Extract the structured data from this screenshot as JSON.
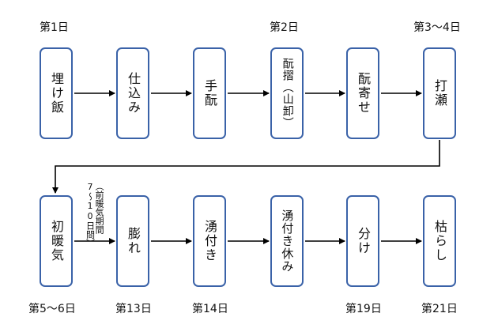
{
  "row1": {
    "steps": [
      "埋け飯",
      "仕込み",
      "手酛",
      "酛摺（山卸）",
      "酛寄せ",
      "打瀬"
    ],
    "day_labels": [
      "第1日",
      "第2日",
      "第3～4日"
    ]
  },
  "row2": {
    "steps": [
      "初暖気",
      "膨れ",
      "湧付き",
      "湧付き休み",
      "分け",
      "枯らし"
    ],
    "day_labels": [
      "第5～6日",
      "第13日",
      "第14日",
      "第19日",
      "第21日"
    ]
  },
  "note": {
    "line1": "（前暖気期間",
    "line2": "7～10日間）"
  },
  "colors": {
    "box_border": "#3a62a8",
    "arrow": "#000000"
  }
}
